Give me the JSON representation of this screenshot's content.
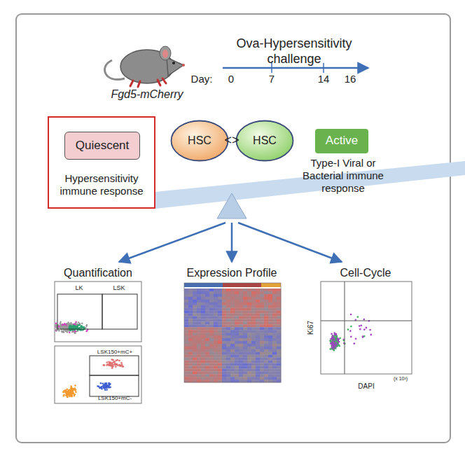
{
  "diagram": {
    "nodes": [
      {
        "text": [
          "Hypersensitivity immune response"
        ]
      },
      {
        "text": [
          "Quiescent"
        ],
        "in": 0
      },
      {
        "text": [
          "HSC"
        ]
      },
      {
        "text": [
          "HSC"
        ]
      },
      {
        "text": [
          "Active"
        ]
      }
    ],
    "labels": [
      "Ova-Hypersensitivity challenge",
      "Day:",
      "0",
      "7",
      "14",
      "16",
      "Fgd5-mCherry",
      "<>",
      "Type-I Viral or Bacterial immune response",
      "Quantification",
      "Expression Profile",
      "Cell-Cycle",
      "LK",
      "LSK",
      "LSK150+mC+",
      "LSK150+mC-",
      "Ki67",
      "DAPI",
      "(x 10³)"
    ]
  }
}
